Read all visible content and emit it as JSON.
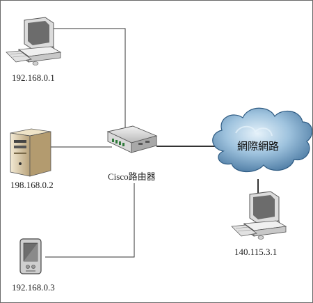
{
  "nodes": {
    "pc1": {
      "label": "192.168.0.1",
      "icon": "desktop-computer-icon"
    },
    "server": {
      "label": "198.168.0.2",
      "icon": "tower-server-icon"
    },
    "pda": {
      "label": "192.168.0.3",
      "icon": "pda-device-icon"
    },
    "router": {
      "label": "Cisco路由器",
      "icon": "router-icon"
    },
    "internet": {
      "label": "網際網路",
      "icon": "cloud-icon"
    },
    "pc2": {
      "label": "140.115.3.1",
      "icon": "desktop-computer-icon"
    }
  },
  "colors": {
    "line": "#333333",
    "cloud_dark": "#3f6f9a",
    "cloud_light": "#cde4f3",
    "device": "#e6e6e6",
    "screen": "#6c6c6c",
    "server": "#d9c6a0"
  }
}
